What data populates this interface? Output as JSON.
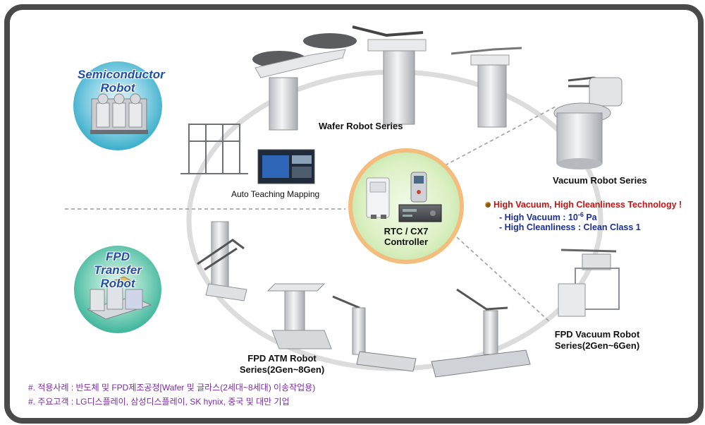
{
  "bubbles": {
    "semiconductor": {
      "line1": "Semiconductor",
      "line2": "Robot"
    },
    "fpd": {
      "line1": "FPD",
      "line2": "Transfer Robot"
    }
  },
  "series": {
    "wafer": "Wafer Robot Series",
    "vacuum": "Vacuum Robot Series",
    "fpd_vacuum_line1": "FPD Vacuum Robot",
    "fpd_vacuum_line2": "Series(2Gen~6Gen)",
    "fpd_atm_line1": "FPD ATM Robot",
    "fpd_atm_line2": "Series(2Gen~8Gen)"
  },
  "auto_teaching": "Auto Teaching Mapping",
  "controller": {
    "line1": "RTC / CX7",
    "line2": "Controller"
  },
  "features": {
    "title": "High Vacuum, High Cleanliness Technology !",
    "vacuum_prefix": "- High Vacuum : 10",
    "vacuum_exp": "-6",
    "vacuum_unit": " Pa",
    "clean": "- High Cleanliness : Clean Class 1"
  },
  "notes": {
    "applications": "#. 적용사례 : 반도체 및 FPD제조공정[Wafer 및 글라스(2세대~8세대) 이송작업용)",
    "customers": "#. 주요고객 :  LG디스플레이, 삼성디스플레이, SK hynix, 중국 및 대만 기업"
  },
  "colors": {
    "frame": "#4a4a4a",
    "bubble_semiconductor": "#45b7cf",
    "bubble_fpd": "#4cbfa6",
    "controller_fill": "#dff2c8",
    "controller_ring": "#f6c48a",
    "feature_title": "#cc1010",
    "feature_text": "#1a2f9a",
    "note": "#7b2aa6"
  }
}
